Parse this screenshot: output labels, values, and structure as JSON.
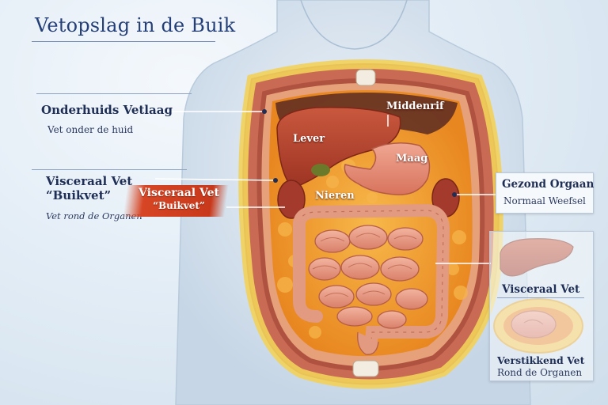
{
  "title": "Vetopslag in de Buik",
  "left_labels": {
    "subcutaneous": {
      "heading": "Onderhuids Vetlaag",
      "sub": "Vet onder de huid"
    },
    "visceral": {
      "heading_line1": "Visceraal Vet",
      "heading_line2": "“Buikvet”",
      "sub": "Vet rond de Organen"
    }
  },
  "callout": {
    "line1": "Visceraal Vet",
    "line2": "“Buikvet”"
  },
  "organs": {
    "liver": "Lever",
    "diaphragm": "Middenrif",
    "stomach": "Maag",
    "kidneys": "Nieren"
  },
  "right_panel": {
    "healthy": {
      "heading": "Gezond Orgaan",
      "sub": "Normaal Weefsel"
    },
    "visceral": {
      "heading": "Visceraal Vet"
    },
    "choking": {
      "heading": "Verstikkend Vet",
      "sub": "Rond de Organen"
    }
  },
  "colors": {
    "title": "#243f78",
    "callout": "#d64524",
    "fat": "#f3a23a",
    "organ": "#c2503a",
    "subcutaneous_fat": "#f2d25a"
  }
}
